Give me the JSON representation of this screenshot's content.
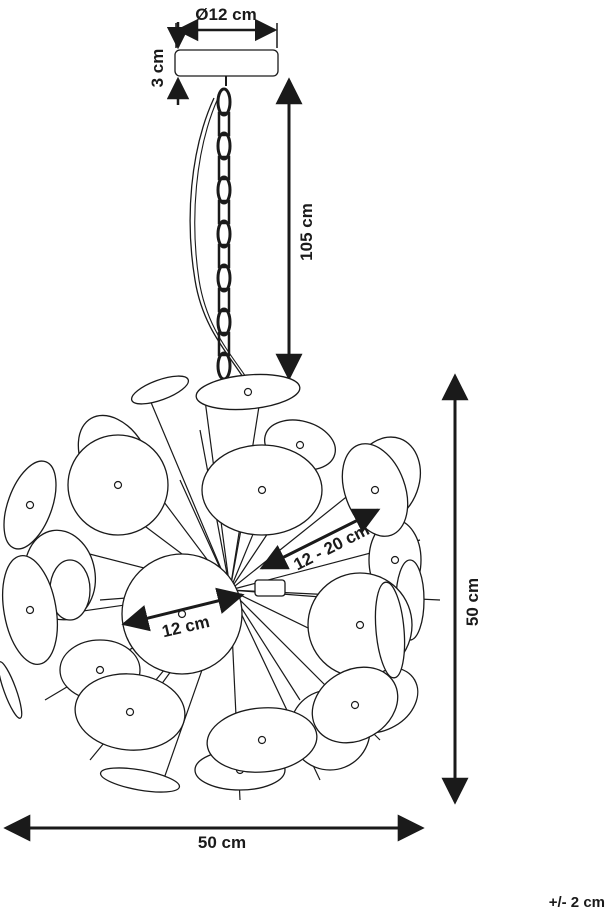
{
  "dimensions": {
    "canopy_diameter": "Ø12 cm",
    "canopy_height": "3 cm",
    "chain_length": "105 cm",
    "body_height": "50 cm",
    "body_width": "50 cm",
    "disc_diameter": "12 cm",
    "rod_length": "12 - 20 cm"
  },
  "tolerance": "+/- 2 cm",
  "colors": {
    "ink": "#1a1a1a",
    "background": "#ffffff"
  }
}
